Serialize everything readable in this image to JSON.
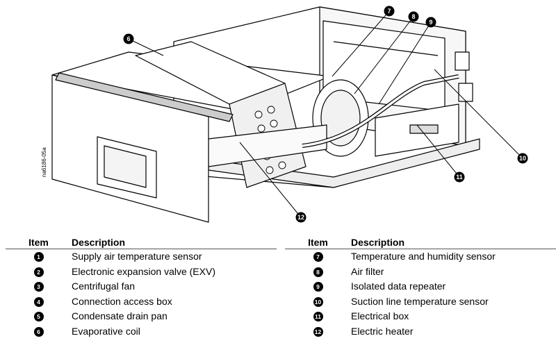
{
  "figure": {
    "doc_id": "na6186-05a",
    "callouts": [
      "6",
      "7",
      "8",
      "9",
      "10",
      "11",
      "12"
    ]
  },
  "legend": {
    "header_item": "Item",
    "header_description": "Description",
    "left": [
      {
        "num": "1",
        "text": "Supply air temperature sensor"
      },
      {
        "num": "2",
        "text": "Electronic expansion valve (EXV)"
      },
      {
        "num": "3",
        "text": "Centrifugal fan"
      },
      {
        "num": "4",
        "text": "Connection access box"
      },
      {
        "num": "5",
        "text": "Condensate drain pan"
      },
      {
        "num": "6",
        "text": "Evaporative coil"
      }
    ],
    "right": [
      {
        "num": "7",
        "text": "Temperature and humidity sensor"
      },
      {
        "num": "8",
        "text": "Air filter"
      },
      {
        "num": "9",
        "text": "Isolated data repeater"
      },
      {
        "num": "10",
        "text": "Suction line temperature sensor"
      },
      {
        "num": "11",
        "text": "Electrical box"
      },
      {
        "num": "12",
        "text": "Electric heater"
      }
    ]
  }
}
